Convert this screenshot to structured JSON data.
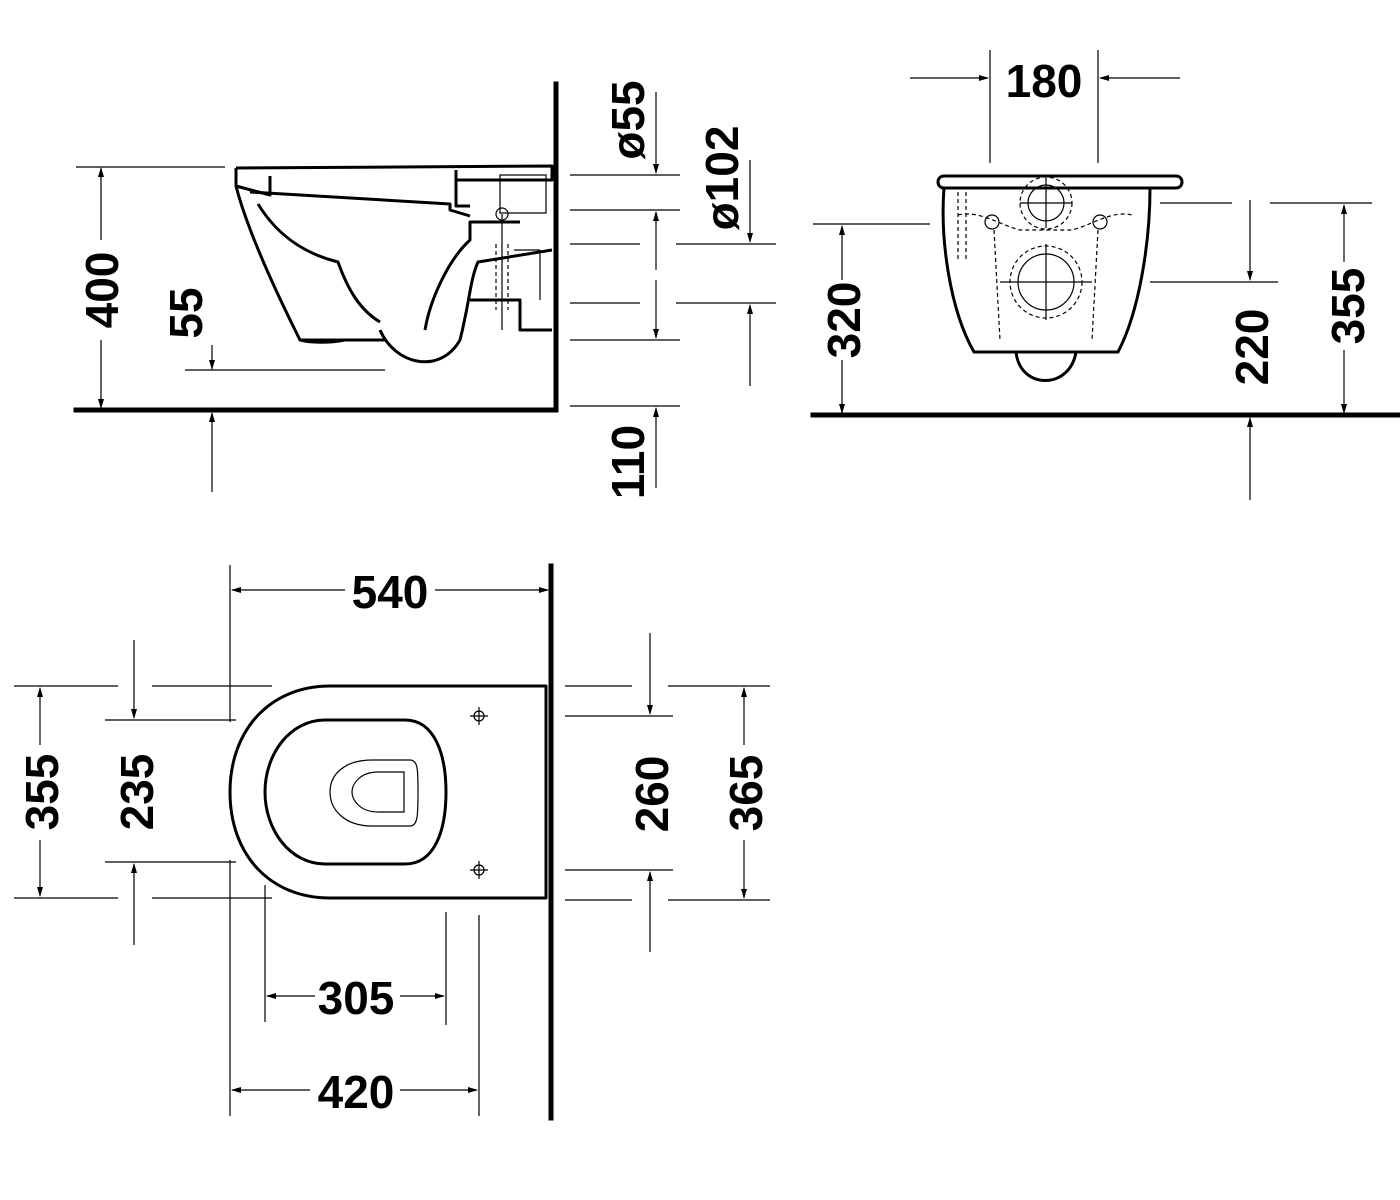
{
  "side_view": {
    "height_total": "400",
    "rim_depth": "55",
    "outlet_dia_top": "ø55",
    "outlet_dia": "ø102",
    "outlet_height": "110"
  },
  "front_view": {
    "bolt_spacing": "180",
    "inlet_height": "320",
    "outlet_center_height": "220",
    "overall_height": "355"
  },
  "top_view": {
    "length": "540",
    "width_total": "355",
    "seat_width": "235",
    "bolt_spacing": "260",
    "fixing_width": "365",
    "seat_length": "305",
    "bowl_length": "420"
  }
}
